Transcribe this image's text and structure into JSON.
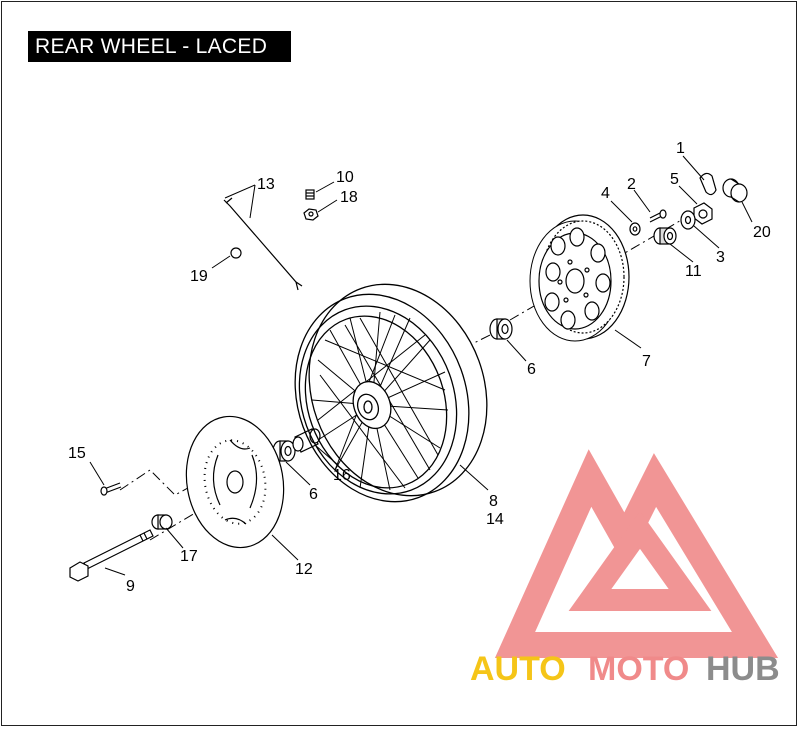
{
  "title": "REAR WHEEL - LACED",
  "callouts": {
    "c1": "1",
    "c2": "2",
    "c3": "3",
    "c4": "4",
    "c5": "5",
    "c6a": "6",
    "c6b": "6",
    "c7": "7",
    "c8": "8",
    "c9": "9",
    "c10": "10",
    "c11": "11",
    "c12": "12",
    "c13": "13",
    "c14": "14",
    "c15": "15",
    "c16": "16",
    "c17": "17",
    "c18": "18",
    "c19": "19",
    "c20": "20"
  },
  "watermark": {
    "part1": "AUTO",
    "part2": "MOTO",
    "part3": "HUB",
    "color1": "#f5c518",
    "color2": "#f08a8a",
    "color3": "#8c8c8c"
  }
}
